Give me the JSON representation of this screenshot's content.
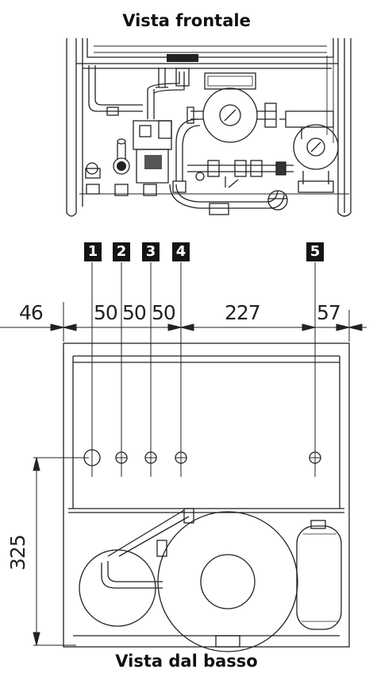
{
  "titles": {
    "front": "Vista frontale",
    "bottom": "Vista dal basso"
  },
  "connections": [
    "1",
    "2",
    "3",
    "4",
    "5"
  ],
  "dimensions": {
    "d46": "46",
    "d50a": "50",
    "d50b": "50",
    "d50c": "50",
    "d227": "227",
    "d57": "57",
    "d325": "325"
  }
}
